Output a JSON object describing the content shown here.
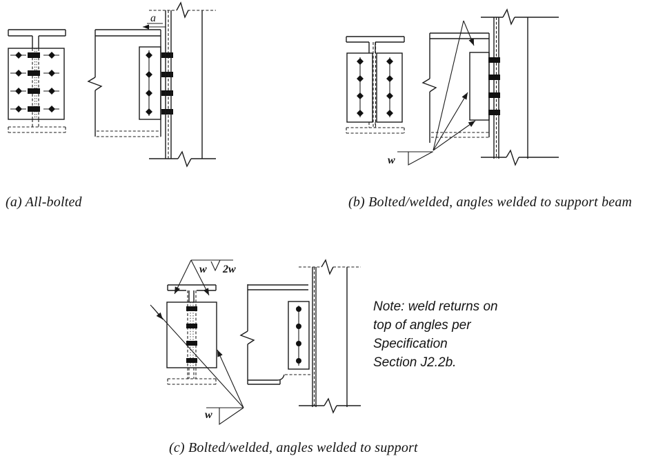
{
  "figures": {
    "a": {
      "caption": "(a) All-bolted",
      "dim_label": "a"
    },
    "b": {
      "caption": "(b) Bolted/welded, angles welded to support beam",
      "weld_label": "w"
    },
    "c": {
      "caption": "(c) Bolted/welded, angles welded to support",
      "weld_top_size": "w",
      "weld_top_return": "2w",
      "weld_bottom_size": "w"
    },
    "note": {
      "line1": "Note: weld returns on",
      "line2": "top of angles per",
      "line3": "Specification",
      "line4": "Section J2.2b."
    }
  }
}
